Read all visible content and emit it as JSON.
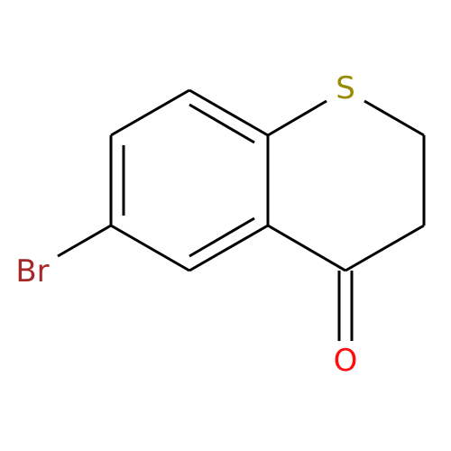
{
  "molecule": {
    "atoms": {
      "sulfur": {
        "label": "S",
        "color": "#998a00"
      },
      "oxygen": {
        "label": "O",
        "color": "#ff0d0d"
      },
      "bromine": {
        "label": "Br",
        "color": "#a62929"
      }
    },
    "bond_color": "#000000",
    "background": "#ffffff"
  }
}
